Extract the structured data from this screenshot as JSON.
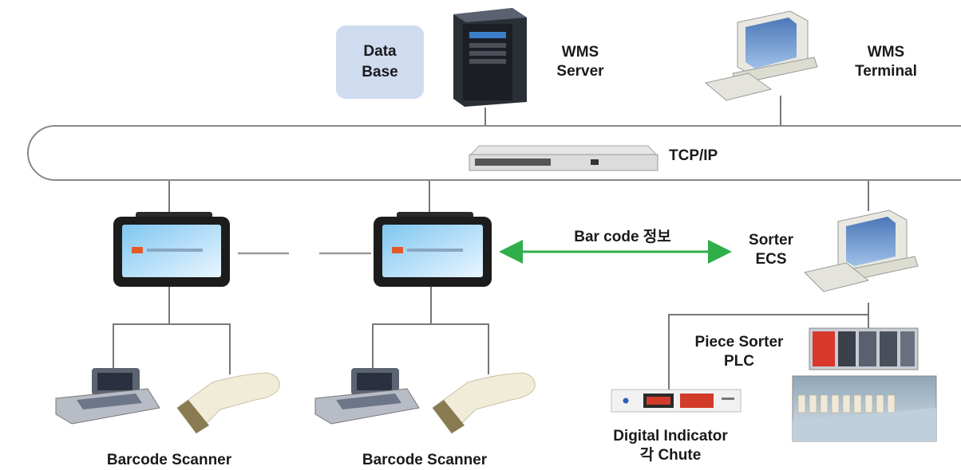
{
  "database": {
    "line1": "Data",
    "line2": "Base"
  },
  "wms_server": {
    "line1": "WMS",
    "line2": "Server"
  },
  "wms_terminal": {
    "line1": "WMS",
    "line2": "Terminal"
  },
  "network": {
    "label": "TCP/IP"
  },
  "link": {
    "label": "Bar code 정보"
  },
  "sorter_ecs": {
    "line1": "Sorter",
    "line2": "ECS"
  },
  "piece_sorter": {
    "line1": "Piece Sorter",
    "line2": "PLC"
  },
  "scanner_1": {
    "label": "Barcode Scanner"
  },
  "scanner_2": {
    "label": "Barcode Scanner"
  },
  "digital_indicator": {
    "line1": "Digital Indicator",
    "line2": "각 Chute"
  },
  "colors": {
    "arrow": "#2fae4a",
    "database_fill": "#cfdcf0",
    "lines": "#777777"
  }
}
